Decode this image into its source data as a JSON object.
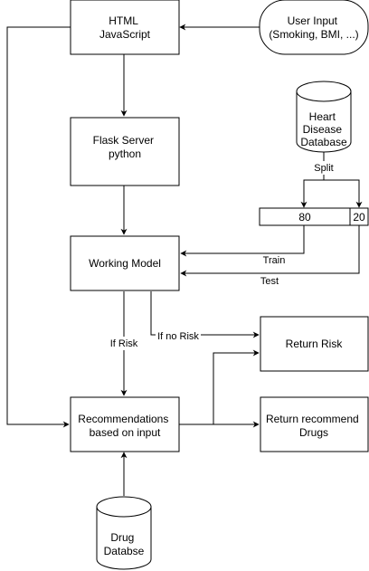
{
  "nodes": {
    "html_js": {
      "lines": [
        "HTML",
        "JavaScript"
      ]
    },
    "user_input": {
      "lines": [
        "User Input",
        "(Smoking, BMI, ...)"
      ]
    },
    "flask_server": {
      "lines": [
        "Flask Server",
        "python"
      ]
    },
    "heart_db": {
      "lines": [
        "Heart",
        "Disease",
        "Database"
      ]
    },
    "split_80": {
      "text": "80"
    },
    "split_20": {
      "text": "20"
    },
    "working_model": {
      "lines": [
        "Working Model"
      ]
    },
    "return_risk": {
      "lines": [
        "Return Risk"
      ]
    },
    "recommendations": {
      "lines": [
        "Recommendations",
        "based on input"
      ]
    },
    "return_drugs": {
      "lines": [
        "Return recommend",
        "Drugs"
      ]
    },
    "drug_db": {
      "lines": [
        "Drug",
        "Databse"
      ]
    }
  },
  "edges": {
    "split": "Split",
    "train": "Train",
    "test": "Test",
    "if_risk": "If Risk",
    "if_no_risk": "If no Risk"
  }
}
